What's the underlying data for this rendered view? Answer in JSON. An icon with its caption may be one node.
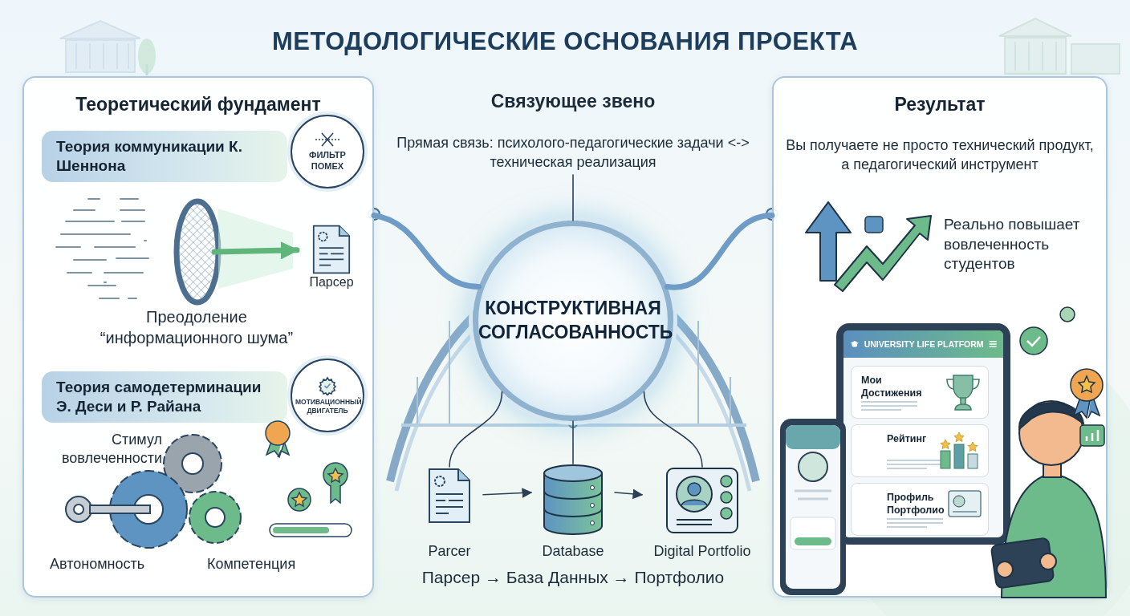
{
  "diagram": {
    "title": "МЕТОДОЛОГИЧЕСКИЕ ОСНОВАНИЯ ПРОЕКТА",
    "nodes": [
      {
        "text": [
          "Теоретический фундамент"
        ]
      },
      {
        "text": [
          "Теория коммуникации К. Шеннона"
        ],
        "in": 0
      },
      {
        "text": [
          "ФИЛЬТР ПОМЕХ"
        ],
        "in": 0
      },
      {
        "text": [],
        "shape": "circle",
        "in": 0
      },
      {
        "text": [
          "Парсер"
        ],
        "in": 0
      },
      {
        "text": [
          "Теория самодетерминации Э. Деси и Р. Райана"
        ],
        "in": 0
      },
      {
        "text": [
          "МОТИВАЦИОННЫЙ ДВИГАТЕЛЬ"
        ],
        "in": 0
      },
      {
        "text": [
          "КОНСТРУКТИВНАЯ СОГЛАСОВАННОСТЬ"
        ]
      },
      {
        "text": [
          "Прямая связь: психолого-педагогические задачи <-> техническая реализация"
        ]
      },
      {
        "text": [
          "Parcer"
        ]
      },
      {
        "text": [
          "Database"
        ]
      },
      {
        "text": [
          "Digital Portfolio"
        ]
      },
      {
        "text": [
          "Результат",
          "Вы получаете не просто технический продукт, а педагогический инструмент"
        ]
      },
      {
        "text": [
          "UNIVERSITY LIFE PLATFORM"
        ],
        "in": 12
      },
      {
        "text": [
          "Мои Достижения"
        ],
        "in": 13
      },
      {
        "text": [
          "Рейтинг"
        ],
        "in": 13
      },
      {
        "text": [
          "Профиль Портфолио"
        ],
        "in": 13
      }
    ],
    "edges": [
      {
        "from": 0,
        "to": 7,
        "arrow": "none",
        "style": "thick",
        "color": "#6f9cc6"
      },
      {
        "from": 7,
        "to": 12,
        "arrow": "none",
        "style": "thick",
        "color": "#6f9cc6"
      },
      {
        "from": 7,
        "to": 8,
        "arrow": "none"
      },
      {
        "from": 7,
        "to": 9,
        "arrow": "none"
      },
      {
        "from": 7,
        "to": 10,
        "arrow": "none"
      },
      {
        "from": 7,
        "to": 11,
        "arrow": "none"
      },
      {
        "from": 9,
        "to": 10,
        "arrow": "to"
      },
      {
        "from": 10,
        "to": 11,
        "arrow": "to"
      },
      {
        "from": 3,
        "to": 4,
        "arrow": "to",
        "style": "thick",
        "color": "#5fb57a"
      }
    ],
    "labels": [
      "Связующее звено",
      "Преодоление “информационного шума”",
      "Стимул вовлеченности",
      "Автономность",
      "Компетенция",
      "Парсер → База Данных → Портфолио",
      "Реально повышает вовлеченность студентов"
    ]
  }
}
